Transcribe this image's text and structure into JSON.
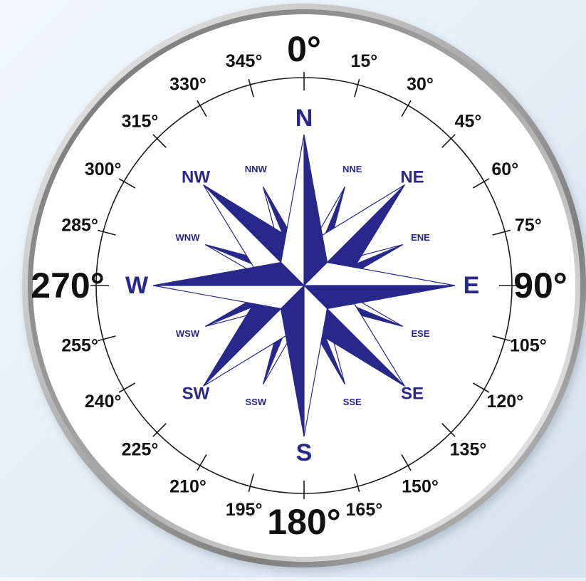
{
  "colors": {
    "rose_fill": "#27288a",
    "rose_light": "#ffffff",
    "label_color": "#27288a",
    "degree_color": "#111111",
    "bezel_dark": "#8a8a8a",
    "bezel_light": "#f2f2f2",
    "face": "#ffffff"
  },
  "cardinal_points": [
    {
      "key": "n",
      "label": "N",
      "bearing": 0
    },
    {
      "key": "e",
      "label": "E",
      "bearing": 90
    },
    {
      "key": "s",
      "label": "S",
      "bearing": 180
    },
    {
      "key": "w",
      "label": "W",
      "bearing": 270
    }
  ],
  "intercardinal_points": [
    {
      "key": "ne",
      "label": "NE",
      "bearing": 45
    },
    {
      "key": "se",
      "label": "SE",
      "bearing": 135
    },
    {
      "key": "sw",
      "label": "SW",
      "bearing": 225
    },
    {
      "key": "nw",
      "label": "NW",
      "bearing": 315
    }
  ],
  "secondary_points": [
    {
      "key": "nne",
      "label": "NNE",
      "bearing": 22.5
    },
    {
      "key": "ene",
      "label": "ENE",
      "bearing": 67.5
    },
    {
      "key": "ese",
      "label": "ESE",
      "bearing": 112.5
    },
    {
      "key": "sse",
      "label": "SSE",
      "bearing": 157.5
    },
    {
      "key": "ssw",
      "label": "SSW",
      "bearing": 202.5
    },
    {
      "key": "wsw",
      "label": "WSW",
      "bearing": 247.5
    },
    {
      "key": "wnw",
      "label": "WNW",
      "bearing": 292.5
    },
    {
      "key": "nnw",
      "label": "NNW",
      "bearing": 337.5
    }
  ],
  "degree_labels": [
    {
      "value": 0,
      "text": "0°",
      "major": true
    },
    {
      "value": 15,
      "text": "15°",
      "major": false
    },
    {
      "value": 30,
      "text": "30°",
      "major": false
    },
    {
      "value": 45,
      "text": "45°",
      "major": false
    },
    {
      "value": 60,
      "text": "60°",
      "major": false
    },
    {
      "value": 75,
      "text": "75°",
      "major": false
    },
    {
      "value": 90,
      "text": "90°",
      "major": true
    },
    {
      "value": 105,
      "text": "105°",
      "major": false
    },
    {
      "value": 120,
      "text": "120°",
      "major": false
    },
    {
      "value": 135,
      "text": "135°",
      "major": false
    },
    {
      "value": 150,
      "text": "150°",
      "major": false
    },
    {
      "value": 165,
      "text": "165°",
      "major": false
    },
    {
      "value": 180,
      "text": "180°",
      "major": true
    },
    {
      "value": 195,
      "text": "195°",
      "major": false
    },
    {
      "value": 210,
      "text": "210°",
      "major": false
    },
    {
      "value": 225,
      "text": "225°",
      "major": false
    },
    {
      "value": 240,
      "text": "240°",
      "major": false
    },
    {
      "value": 255,
      "text": "255°",
      "major": false
    },
    {
      "value": 270,
      "text": "270°",
      "major": true
    },
    {
      "value": 285,
      "text": "285°",
      "major": false
    },
    {
      "value": 300,
      "text": "300°",
      "major": false
    },
    {
      "value": 315,
      "text": "315°",
      "major": false
    },
    {
      "value": 330,
      "text": "330°",
      "major": false
    },
    {
      "value": 345,
      "text": "345°",
      "major": false
    }
  ],
  "tick_interval_degrees": 15
}
